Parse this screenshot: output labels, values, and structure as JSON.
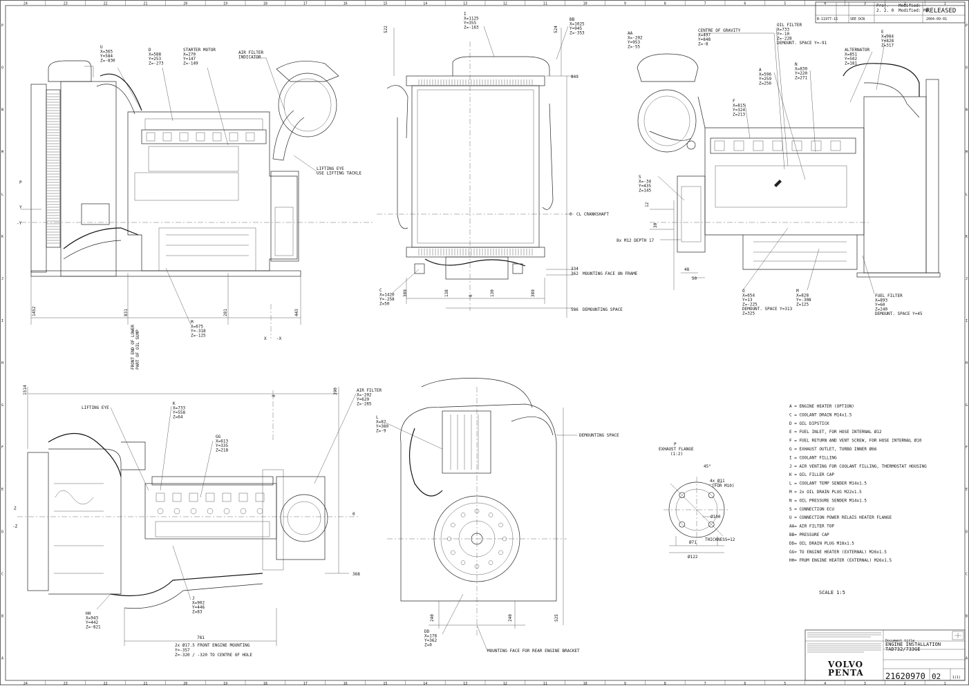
{
  "border": {
    "top_numbers": [
      "24",
      "23",
      "22",
      "21",
      "20",
      "19",
      "18",
      "17",
      "16",
      "15",
      "14",
      "13",
      "12",
      "11",
      "10",
      "9",
      "8",
      "7",
      "6",
      "5",
      "4",
      "3",
      "2",
      "1"
    ],
    "side_letters": [
      "P",
      "O",
      "N",
      "M",
      "L",
      "K",
      "J",
      "I",
      "H",
      "G",
      "F",
      "E",
      "D",
      "C",
      "B",
      "A"
    ]
  },
  "title_block_top": {
    "c1": "B-11977-15",
    "c2": "SEE DCN",
    "proj_label": "Proj.",
    "proj_value": "2. 2. 0",
    "modified_label": "Modified:",
    "modified_value": "Modified: MD",
    "status": "RELEASED",
    "date": "2004-09-01"
  },
  "title_block": {
    "title_label": "Document title",
    "title_line1": "ENGINE INSTALLATION",
    "title_line2": "TAD732/733GE",
    "doc_number": "21620970",
    "issue": "02",
    "sheet": "1(1)",
    "logo_line1": "VOLVO",
    "logo_line2": "PENTA"
  },
  "view1": {
    "callouts": [
      {
        "name": "U",
        "lines": [
          "U",
          "X=365",
          "Y=584",
          "Z=-830"
        ]
      },
      {
        "name": "D",
        "lines": [
          "D",
          "X=588",
          "Y=253",
          "Z=-273"
        ]
      },
      {
        "name": "starter",
        "lines": [
          "STARTER MOTOR",
          "X=270",
          "Y=147",
          "Z=-149"
        ]
      },
      {
        "name": "air",
        "lines": [
          "AIR FILTER",
          "INDICATOR"
        ]
      },
      {
        "name": "lift",
        "lines": [
          "LIFTING EYE",
          "USE LIFTING TACKLE"
        ]
      },
      {
        "name": "M",
        "lines": [
          "M",
          "X=675",
          "Y=-318",
          "Z=-125"
        ]
      }
    ],
    "dims": [
      "1452",
      "831",
      "281",
      "443"
    ],
    "front_end": [
      "FRONT END OF LOWER",
      "PART OF OIL SUMP"
    ],
    "axis_labels": [
      "P",
      "Y",
      "-Y",
      "X",
      "-X"
    ]
  },
  "view2": {
    "callouts": [
      {
        "name": "I",
        "lines": [
          "I",
          "X=1125",
          "Y=355",
          "Z=-163"
        ]
      },
      {
        "name": "BB",
        "lines": [
          "BB",
          "X=1025",
          "Y=945",
          "Z=-353"
        ]
      },
      {
        "name": "C",
        "lines": [
          "C",
          "X=1420",
          "Y=-258",
          "Z=50"
        ]
      }
    ],
    "dims": [
      "522",
      "524",
      "849",
      "334",
      "362",
      "586",
      "389",
      "138",
      "130",
      "389",
      "0",
      "0"
    ],
    "notes": [
      "CL CRANKSHAFT",
      "MOUNTING FACE ON FRAME",
      "DEMOUNTING SPACE"
    ]
  },
  "view3": {
    "callouts": [
      {
        "name": "AA",
        "lines": [
          "AA",
          "X=-202",
          "Y=953",
          "Z=-55"
        ]
      },
      {
        "name": "cog",
        "lines": [
          "CENTRE OF GRAVITY",
          "X=497",
          "Y=848",
          "Z=-8"
        ]
      },
      {
        "name": "oil",
        "lines": [
          "OIL FILTER",
          "X=733",
          "Y=-10",
          "Z=-228",
          "DEMOUNT. SPACE Y=-91"
        ]
      },
      {
        "name": "E",
        "lines": [
          "E",
          "X=984",
          "Y=828",
          "Z=317"
        ]
      },
      {
        "name": "alt",
        "lines": [
          "ALTERNATOR",
          "X=851",
          "Y=502",
          "Z=181"
        ]
      },
      {
        "name": "N",
        "lines": [
          "N",
          "X=830",
          "Y=220",
          "Z=271"
        ]
      },
      {
        "name": "A",
        "lines": [
          "A",
          "X=596",
          "Y=259",
          "Z=256"
        ]
      },
      {
        "name": "F",
        "lines": [
          "F",
          "X=815",
          "Y=324",
          "Z=213"
        ]
      },
      {
        "name": "S",
        "lines": [
          "S",
          "X=-34",
          "Y=435",
          "Z=145"
        ]
      },
      {
        "name": "O",
        "lines": [
          "O",
          "X=654",
          "Y=13",
          "Z=-225",
          "DEMOUNT. SPACE Y=313",
          "Z=325"
        ]
      },
      {
        "name": "M2",
        "lines": [
          "M",
          "X=828",
          "Y=-308",
          "Z=125"
        ]
      },
      {
        "name": "fuel",
        "lines": [
          "FUEL FILTER",
          "X=893",
          "Y=60",
          "Z=240",
          "DEMOUNT. SPACE Y=45"
        ]
      }
    ],
    "dims": [
      "12",
      "30",
      "48",
      "50"
    ],
    "notes": [
      "8x M12  DEPTH 17"
    ]
  },
  "view4": {
    "callouts": [
      {
        "name": "lift",
        "lines": [
          "LIFTING EYE"
        ]
      },
      {
        "name": "K",
        "lines": [
          "K",
          "X=733",
          "Y=558",
          "Z=64"
        ]
      },
      {
        "name": "GG",
        "lines": [
          "GG",
          "X=613",
          "Y=335",
          "Z=218"
        ]
      },
      {
        "name": "air",
        "lines": [
          "AIR FILTER",
          "X=-202",
          "Y=629",
          "Z=-265"
        ]
      },
      {
        "name": "J",
        "lines": [
          "J",
          "X=902",
          "Y=446",
          "Z=83"
        ]
      },
      {
        "name": "HH",
        "lines": [
          "HH",
          "X=943",
          "Y=442",
          "Z=-821"
        ]
      }
    ],
    "dims": [
      "1514",
      "390",
      "0",
      "368",
      "781"
    ],
    "notes": [
      "2x Ø17.5 FRONT ENGINE MOUNTING",
      "Y=-357",
      "Z=-320 / -320 TO CENTRE OF HOLE"
    ],
    "axis_labels": [
      "Z",
      "-Z",
      "0"
    ]
  },
  "view5": {
    "callouts": [
      {
        "name": "L",
        "lines": [
          "L",
          "X=82",
          "Y=380",
          "Z=-9"
        ]
      },
      {
        "name": "DD",
        "lines": [
          "DD",
          "X=178",
          "Y=362",
          "Z=0"
        ]
      }
    ],
    "dims": [
      "240",
      "240",
      "525"
    ],
    "notes": [
      "DEMOUNTING SPACE",
      "MOUNTING FACE FOR REAR ENGINE BRACKET"
    ]
  },
  "flange": {
    "title": [
      "P",
      "EXHAUST FLANGE",
      "(1:2)"
    ],
    "labels": [
      "45°",
      "4x Ø11",
      "(FOR M10)",
      "Ø100",
      "Ø71",
      "Ø122",
      "THICKNESS=12"
    ]
  },
  "legend": [
    "A = ENGINE HEATER (OPTION)",
    "C = COOLANT DRAIN M14x1.5",
    "D = OIL DIPSTICK",
    "E = FUEL INLET, FOR HOSE INTERNAL Ø12",
    "F = FUEL RETURN AND VENT SCREW, FOR HOSE INTERNAL Ø10",
    "G = EXHAUST OUTLET, TURBO INNER Ø66",
    "I = COOLANT FILLING",
    "J = AIR VENTING FOR COOLANT FILLING, THERMOSTAT HOUSING",
    "K = OIL FILLER CAP",
    "L = COOLANT TEMP SENDER M14x1.5",
    "M = 2x OIL DRAIN PLUG M22x1.5",
    "N = OIL PRESSURE SENDER M14x1.5",
    "S = CONNECTION ECU",
    "U = CONNECTION POWER RELAIS HEATER FLANGE",
    "AA= AIR FILTER TOP",
    "BB= PRESSURE CAP",
    "DD= OIL DRAIN PLUG M18x1.5",
    "GG= TO ENGINE HEATER (EXTERNAL) M26x1.5",
    "HH= FROM ENGINE HEATER (EXTERNAL) M26x1.5"
  ],
  "scale": "SCALE 1:5"
}
